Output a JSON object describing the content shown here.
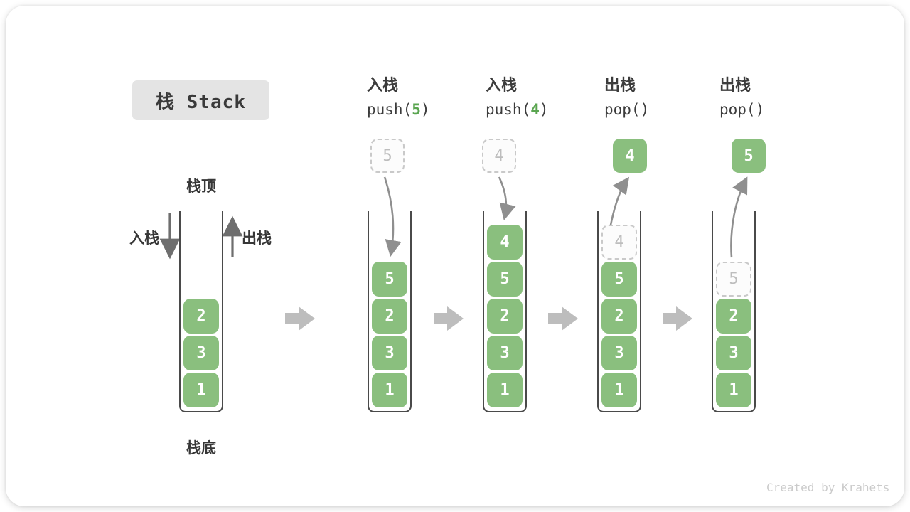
{
  "badge": {
    "label": "栈 Stack"
  },
  "labels": {
    "stack_top": "栈顶",
    "stack_bottom": "栈底",
    "push_side": "入栈",
    "pop_side": "出栈"
  },
  "columns": [
    {
      "op": "入栈",
      "code_before": "push(",
      "arg": "5",
      "code_after": ")"
    },
    {
      "op": "入栈",
      "code_before": "push(",
      "arg": "4",
      "code_after": ")"
    },
    {
      "op": "出栈",
      "code_before": "pop(",
      "arg": "",
      "code_after": ")"
    },
    {
      "op": "出栈",
      "code_before": "pop(",
      "arg": "",
      "code_after": ")"
    }
  ],
  "floating": [
    "5",
    "4",
    "4",
    "5"
  ],
  "stacks": [
    [
      "2",
      "3",
      "1"
    ],
    [
      "5",
      "2",
      "3",
      "1"
    ],
    [
      "4",
      "5",
      "2",
      "3",
      "1"
    ],
    [
      "4",
      "5",
      "2",
      "3",
      "1"
    ],
    [
      "5",
      "2",
      "3",
      "1"
    ]
  ],
  "colors": {
    "item_green": "#8abf7e",
    "code_arg_green": "#5aa550",
    "step_arrow_gray": "#bdbdbd",
    "ghost_gray": "#c9c9c9",
    "wall_gray": "#4a4a4a"
  },
  "watermark": "Created by Krahets"
}
